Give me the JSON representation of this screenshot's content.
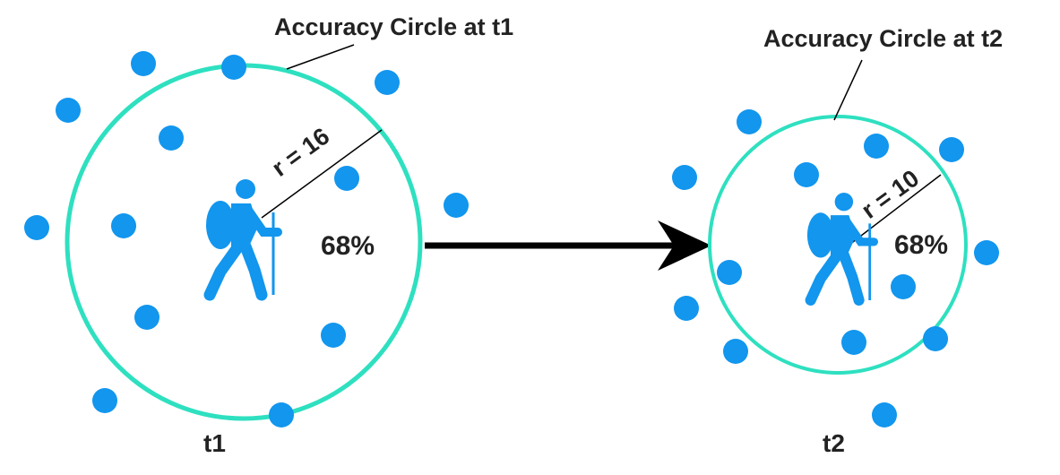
{
  "colors": {
    "circle": "#2EE0C0",
    "dot": "#1296EE",
    "hiker": "#1296EE",
    "text": "#222222",
    "arrow": "#000000",
    "leader": "#000000"
  },
  "icons": [
    "hiker-icon",
    "location-dot-icon",
    "arrow-right-icon"
  ],
  "t1": {
    "callout": "Accuracy Circle at t1",
    "radius_label": "r = 16",
    "percent": "68%",
    "time_label": "t1"
  },
  "t2": {
    "callout": "Accuracy Circle at t2",
    "radius_label": "r = 10",
    "percent": "68%",
    "time_label": "t2"
  }
}
